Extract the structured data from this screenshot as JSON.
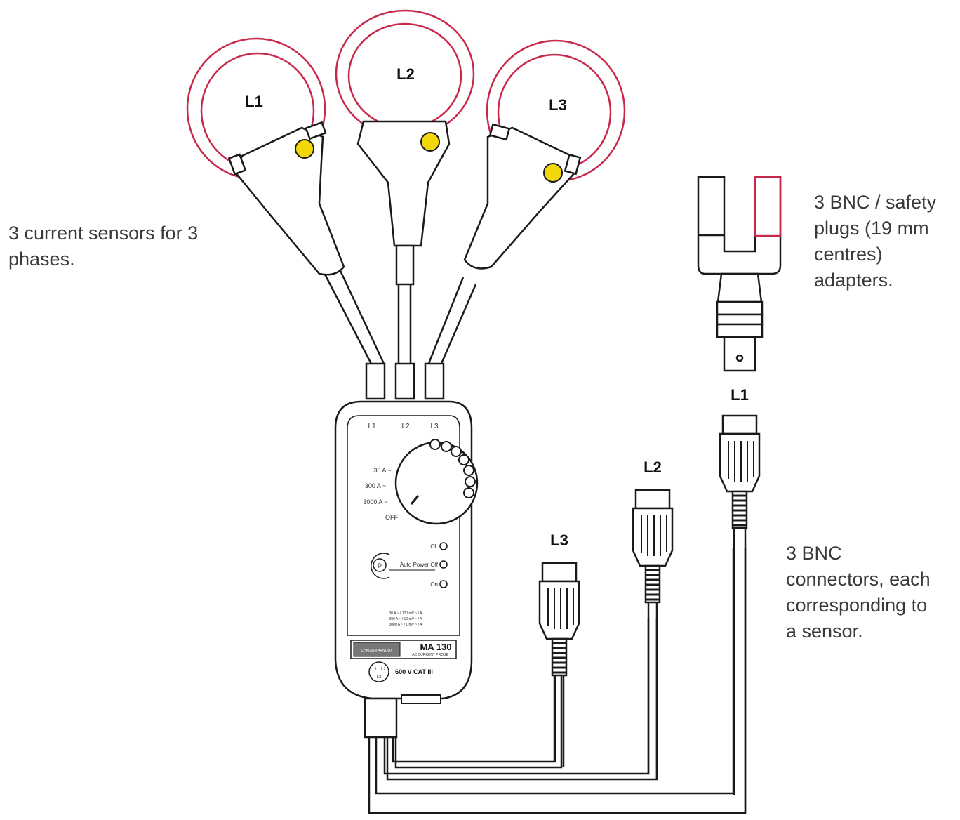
{
  "captions": {
    "sensors": [
      "3 current sensors for 3",
      "phases."
    ],
    "adapters": [
      "3 BNC / safety",
      "plugs (19 mm",
      "centres)",
      "adapters."
    ],
    "connectors": [
      "3 BNC",
      "connectors, each",
      "corresponding to",
      "a sensor."
    ]
  },
  "sensor_labels": [
    "L1",
    "L2",
    "L3"
  ],
  "connector_labels": {
    "adapter": "L1",
    "l1": "L1",
    "l2": "L2",
    "l3": "L3"
  },
  "device": {
    "channel_labels": [
      "L1",
      "L2",
      "L3"
    ],
    "ranges": [
      "30 A ~",
      "300 A ~",
      "3000 A ~"
    ],
    "off": "OFF",
    "leds": [
      "OL",
      "Auto Power Off",
      "On"
    ],
    "power_symbol": "P",
    "ratings": [
      "30 A ~ / 100 mV ~ / A",
      "300 A ~ / 10 mV ~ / A",
      "3000 A ~ / 1 mV ~ / A"
    ],
    "brand": "CHAUVIN ARNOUX",
    "model": "MA 130",
    "model_sub": "AC CURRENT PROBE",
    "socket_labels": [
      "L1",
      "L2",
      "L3"
    ],
    "category": "600 V CAT III"
  },
  "colors": {
    "coil": "#c8284a",
    "button": "#f2d70a",
    "line": "#1a1a1a"
  }
}
